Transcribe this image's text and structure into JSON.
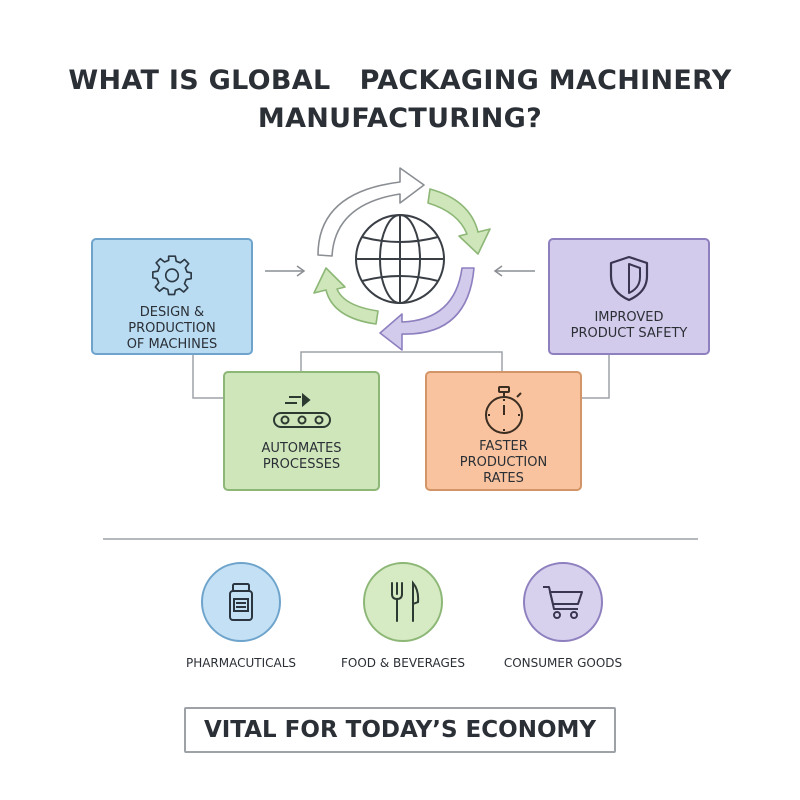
{
  "title": {
    "line1": "WHAT IS GLOBAL   PACKAGING MACHINERY",
    "line2": "MANUFACTURING?"
  },
  "center": {
    "icon": "globe-icon",
    "cycle_icon": "circular-arrows-icon"
  },
  "cards": {
    "design": {
      "label": "DESIGN & PRODUCTION\nOF MACHINES",
      "icon": "gear-icon",
      "color": "#b9dcf2"
    },
    "safety": {
      "label": "IMPROVED\nPRODUCT SAFETY",
      "icon": "shield-icon",
      "color": "#d3cbeb"
    },
    "automates": {
      "label": "AUTOMATES\nPROCESSES",
      "icon": "conveyor-icon",
      "color": "#cfe6bb"
    },
    "faster": {
      "label": "FASTER\nPRODUCTION\nRATES",
      "icon": "stopwatch-icon",
      "color": "#f8c39e"
    }
  },
  "industries": [
    {
      "label": "PHARMACUTICALS",
      "icon": "medicine-bottle-icon",
      "color": "#c4e0f4"
    },
    {
      "label": "FOOD & BEVERAGES",
      "icon": "fork-knife-icon",
      "color": "#d6ebc4"
    },
    {
      "label": "CONSUMER GOODS",
      "icon": "shopping-cart-icon",
      "color": "#d8d1ee"
    }
  ],
  "footer": {
    "text": "VITAL FOR TODAY’S ECONOMY"
  }
}
